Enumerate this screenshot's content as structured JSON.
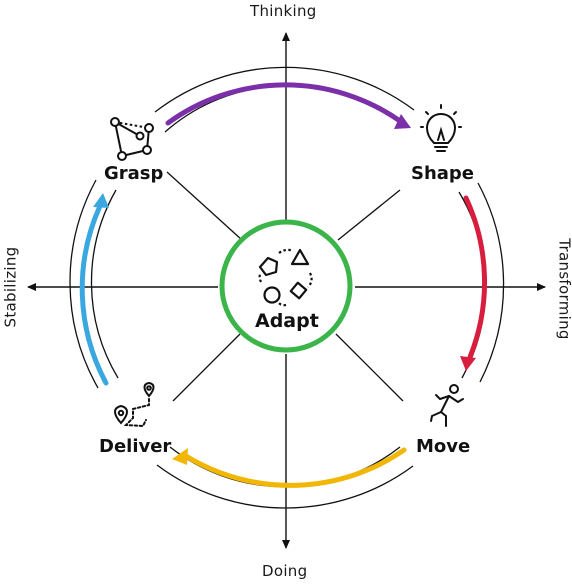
{
  "axes": {
    "top": "Thinking",
    "bottom": "Doing",
    "left": "Stabilizing",
    "right": "Transforming"
  },
  "center": {
    "label": "Adapt",
    "ring_color": "#3bb54a",
    "icon": "shapes-cycle-icon"
  },
  "stages": [
    {
      "label": "Grasp",
      "icon": "connected-nodes-icon"
    },
    {
      "label": "Shape",
      "icon": "lightbulb-icon"
    },
    {
      "label": "Move",
      "icon": "running-person-icon"
    },
    {
      "label": "Deliver",
      "icon": "route-pins-icon"
    }
  ],
  "arrows": [
    {
      "from": "Grasp",
      "to": "Shape",
      "color": "#7b2fa8"
    },
    {
      "from": "Shape",
      "to": "Move",
      "color": "#d81e3f"
    },
    {
      "from": "Move",
      "to": "Deliver",
      "color": "#f2b705"
    },
    {
      "from": "Deliver",
      "to": "Grasp",
      "color": "#3aa7e0"
    }
  ]
}
